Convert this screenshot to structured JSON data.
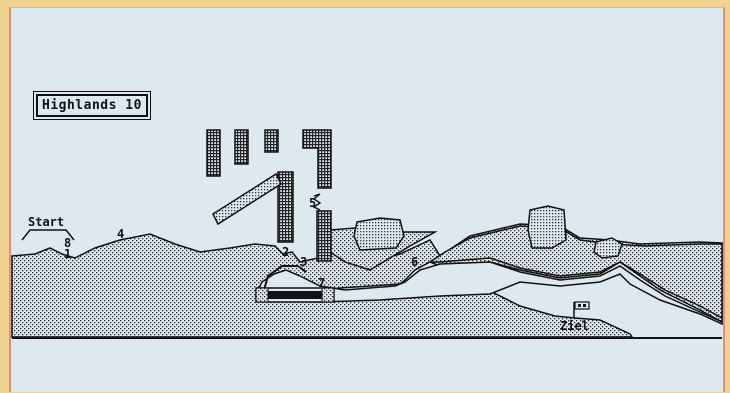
{
  "level": {
    "title": "Highlands 10"
  },
  "course": {
    "start_label": "Start",
    "finish_label": "Ziel",
    "hole_numbers": [
      "1",
      "2",
      "3",
      "4",
      "5",
      "6",
      "7",
      "8"
    ]
  },
  "colors": {
    "background": "#dde9ee",
    "frame": "#f0d38f",
    "border": "#e08f7a",
    "ink": "#111111",
    "terrain_fill": "#c9cfd3"
  },
  "icons": [
    "flag-icon",
    "sand-bunker-icon"
  ]
}
